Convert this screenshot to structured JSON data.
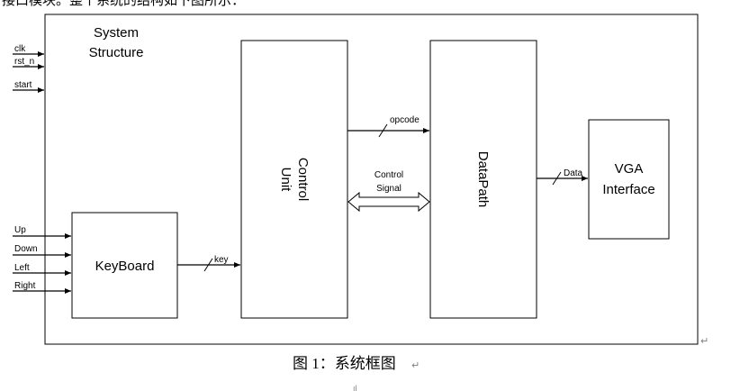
{
  "top_text_fragment": "接口模块。整个系统的结构如下图所示：",
  "system": {
    "title_line1": "System",
    "title_line2": "Structure"
  },
  "inputs": {
    "clk": "clk",
    "rst_n": "rst_n",
    "start": "start",
    "up": "Up",
    "down": "Down",
    "left": "Left",
    "right": "Right"
  },
  "blocks": {
    "keyboard": "KeyBoard",
    "control_unit_line1": "Control",
    "control_unit_line2": "Unit",
    "datapath": "DataPath",
    "vga_line1": "VGA",
    "vga_line2": "Interface"
  },
  "signals": {
    "key": "key",
    "opcode": "opcode",
    "control_signal_line1": "Control",
    "control_signal_line2": "Signal",
    "data": "Data"
  },
  "caption": "图 1：系统框图",
  "marks": {
    "paragraph": "↵",
    "cursor": "ıl"
  },
  "colors": {
    "stroke": "#000000",
    "background": "#ffffff",
    "mark": "#808080"
  }
}
